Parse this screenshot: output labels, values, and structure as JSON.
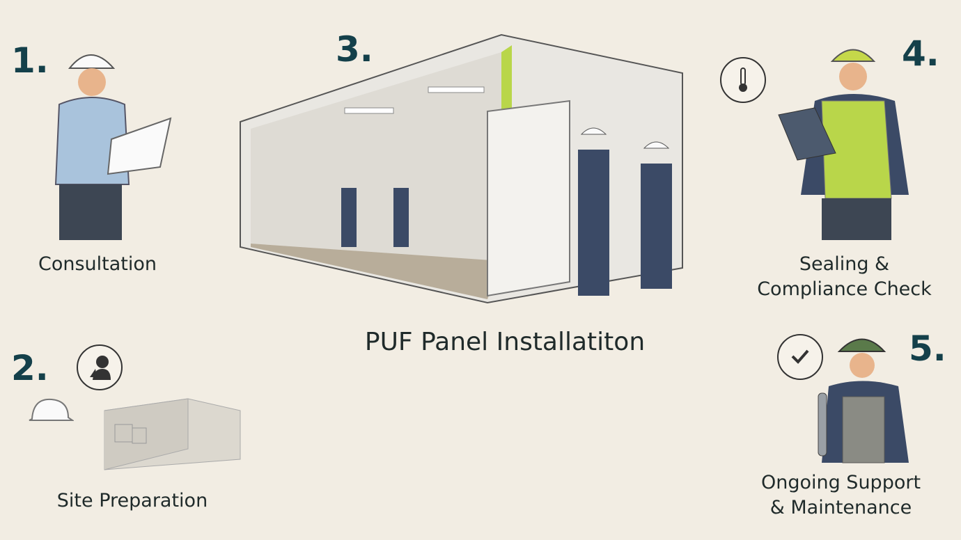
{
  "steps": [
    {
      "number": "1.",
      "label": "Consultation"
    },
    {
      "number": "2.",
      "label": "Site Preparation"
    },
    {
      "number": "3.",
      "label": "PUF Panel Installatiton"
    },
    {
      "number": "4.",
      "label_line1": "Sealing &",
      "label_line2": "Compliance Check"
    },
    {
      "number": "5.",
      "label_line1": "Ongoing Support",
      "label_line2": "& Maintenance"
    }
  ],
  "colors": {
    "background": "#f2ede3",
    "number": "#14404a",
    "worker": "#3b4a66",
    "vest": "#b9d64a"
  }
}
